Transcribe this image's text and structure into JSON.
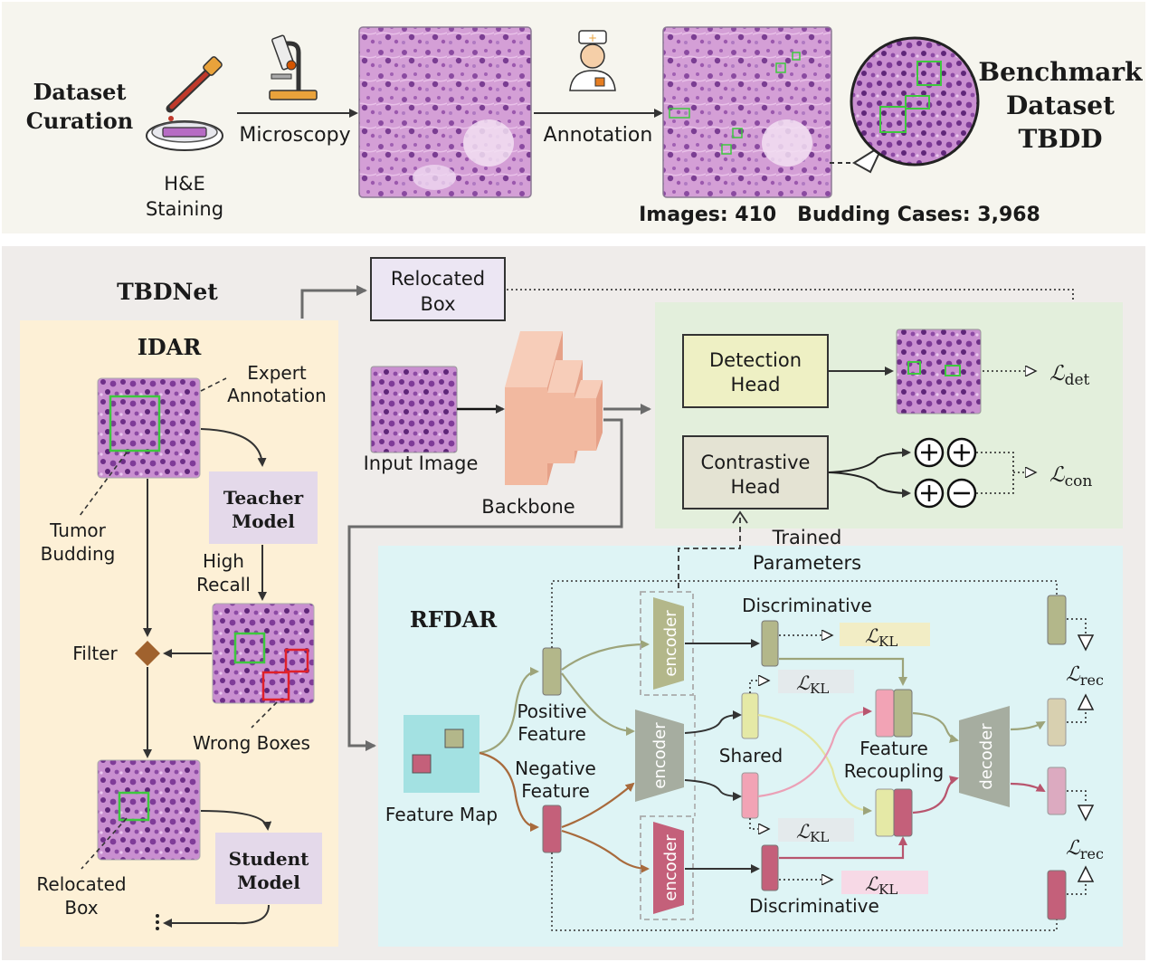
{
  "curation": {
    "title_line1": "Dataset",
    "title_line2": "Curation",
    "stain_line1": "H&E",
    "stain_line2": "Staining",
    "microscopy": "Microscopy",
    "annotation": "Annotation",
    "benchmark_line1": "Benchmark",
    "benchmark_line2": "Dataset",
    "benchmark_line3": "TBDD",
    "stats": "Images: 410   Budding Cases: 3,968"
  },
  "tbdnet": {
    "title": "TBDNet",
    "relocated_box_line1": "Relocated",
    "relocated_box_line2": "Box",
    "input_image": "Input Image",
    "backbone": "Backbone",
    "detection_head_line1": "Detection",
    "detection_head_line2": "Head",
    "contrastive_head_line1": "Contrastive",
    "contrastive_head_line2": "Head",
    "loss_det_sub": "det",
    "loss_con_sub": "con",
    "trained_line1": "Trained",
    "trained_line2": "Parameters"
  },
  "idar": {
    "title": "IDAR",
    "expert_line1": "Expert",
    "expert_line2": "Annotation",
    "tumor_line1": "Tumor",
    "tumor_line2": "Budding",
    "teacher_line1": "Teacher",
    "teacher_line2": "Model",
    "high_line1": "High",
    "high_line2": "Recall",
    "filter": "Filter",
    "wrong_boxes": "Wrong Boxes",
    "relocated_line1": "Relocated",
    "relocated_line2": "Box",
    "student_line1": "Student",
    "student_line2": "Model"
  },
  "rfdar": {
    "title": "RFDAR",
    "feature_map": "Feature Map",
    "positive_line1": "Positive",
    "positive_line2": "Feature",
    "negative_line1": "Negative",
    "negative_line2": "Feature",
    "encoder": "encoder",
    "decoder": "decoder",
    "discriminative_top": "Discriminative",
    "discriminative_bottom": "Discriminative",
    "shared": "Shared",
    "recoupling_line1": "Feature",
    "recoupling_line2": "Recoupling",
    "kl_sub": "KL",
    "rec_sub": "rec"
  },
  "colors": {
    "positive": "#b3b78a",
    "negative": "#c4607a",
    "shared_yellow": "#e5e9a6",
    "shared_pink": "#f2a3b5",
    "decoder": "#a6ada0",
    "idar_bg": "#fdf0d6",
    "rfdar_bg": "#def4f5",
    "head_bg": "#e3efdc",
    "tissue": "#c78bc9"
  }
}
